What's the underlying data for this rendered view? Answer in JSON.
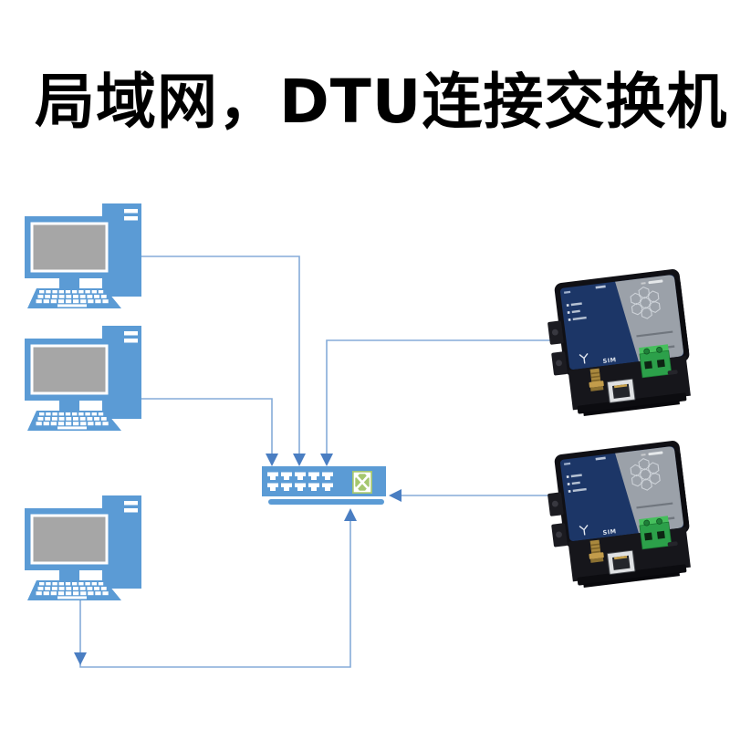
{
  "page": {
    "title": "局域网，DTU连接交换机"
  },
  "diagram": {
    "computers": [
      {
        "id": "computer-1",
        "icon": "desktop-pc-icon"
      },
      {
        "id": "computer-2",
        "icon": "desktop-pc-icon"
      },
      {
        "id": "computer-3",
        "icon": "desktop-pc-icon"
      }
    ],
    "switch": {
      "id": "ethernet-switch",
      "icon": "network-switch-icon",
      "badge_icon": "crossed-arrows-icon",
      "visible_ports": 10
    },
    "dtus": [
      {
        "id": "dtu-1",
        "icon": "dtu-device-photo",
        "sim_label": "SIM"
      },
      {
        "id": "dtu-2",
        "icon": "dtu-device-photo",
        "sim_label": "SIM"
      }
    ],
    "connections": [
      {
        "from": "computer-1",
        "to": "ethernet-switch",
        "arrow_into": "switch-top"
      },
      {
        "from": "computer-2",
        "to": "ethernet-switch",
        "arrow_into": "switch-top"
      },
      {
        "from": "computer-3",
        "to": "ethernet-switch",
        "arrow_into": "switch-bottom"
      },
      {
        "from": "dtu-1",
        "to": "ethernet-switch",
        "arrow_into": "switch-top"
      },
      {
        "from": "dtu-2",
        "to": "ethernet-switch",
        "arrow_into": "switch-right"
      }
    ]
  },
  "colors": {
    "device_blue": "#5B9BD5",
    "connector_line_blue": "#85ACD9",
    "arrowhead_blue": "#4A7EC2",
    "screen_gray": "#A6A6A6",
    "switch_badge_green": "#A5C76E",
    "dtu_panel_navy": "#1C3667",
    "dtu_label_gray": "#9BA1A9",
    "dtu_case_black": "#16161B",
    "terminal_green": "#2CA04A",
    "antenna_brass": "#A9883D",
    "title_black": "#000000"
  }
}
